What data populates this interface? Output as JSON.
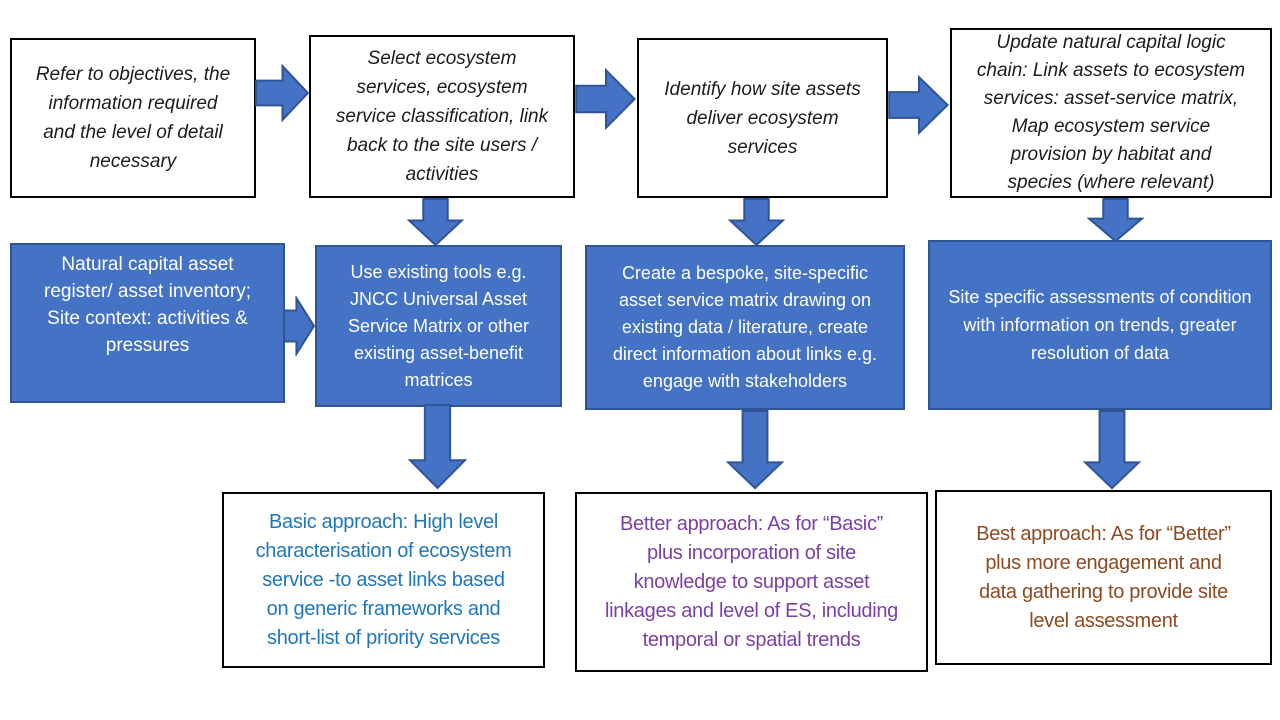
{
  "diagram": {
    "title": "Ecosystem services assessment approaches flowchart",
    "top_row": [
      {
        "text": "Refer to objectives, the\ninformation required\nand the level of detail\nnecessary"
      },
      {
        "text": "Select ecosystem\nservices, ecosystem\nservice classification, link\nback to the site users /\nactivities"
      },
      {
        "text": "Identify how site assets\ndeliver ecosystem\nservices"
      },
      {
        "text": "Update natural capital logic\nchain: Link assets to ecosystem\nservices: asset-service matrix,\nMap ecosystem service\nprovision by habitat and\nspecies (where relevant)"
      }
    ],
    "middle_row": [
      {
        "text": "Natural capital asset\nregister/ asset inventory;\nSite context: activities &\npressures"
      },
      {
        "text": "Use existing tools e.g.\nJNCC Universal Asset\nService Matrix or other\nexisting asset-benefit\nmatrices"
      },
      {
        "text": "Create a bespoke, site-specific\nasset service matrix drawing on\nexisting data / literature, create\ndirect information about links e.g.\nengage with stakeholders"
      },
      {
        "text": "Site specific assessments of condition\nwith information on trends, greater\nresolution of data"
      }
    ],
    "bottom_row": [
      {
        "text": "Basic approach: High level\ncharacterisation of ecosystem\nservice -to asset links based\non generic frameworks and\nshort-list of priority services",
        "color": "#2077BE"
      },
      {
        "text": "Better approach: As for “Basic”\nplus incorporation of site\nknowledge  to support asset\nlinkages and level of ES, including\ntemporal or spatial  trends",
        "color": "#7D3FA4"
      },
      {
        "text": "Best approach: As for “Better”\nplus more engagement and\ndata gathering to provide site\nlevel assessment",
        "color": "#8E4A20"
      }
    ],
    "colors": {
      "blue_box_fill": "#4472C4",
      "blue_box_border": "#2F5597",
      "arrow_fill": "#4472C4",
      "arrow_border": "#2F5597",
      "basic_text": "#2077BE",
      "better_text": "#7D3FA4",
      "best_text": "#8E4A20"
    }
  }
}
